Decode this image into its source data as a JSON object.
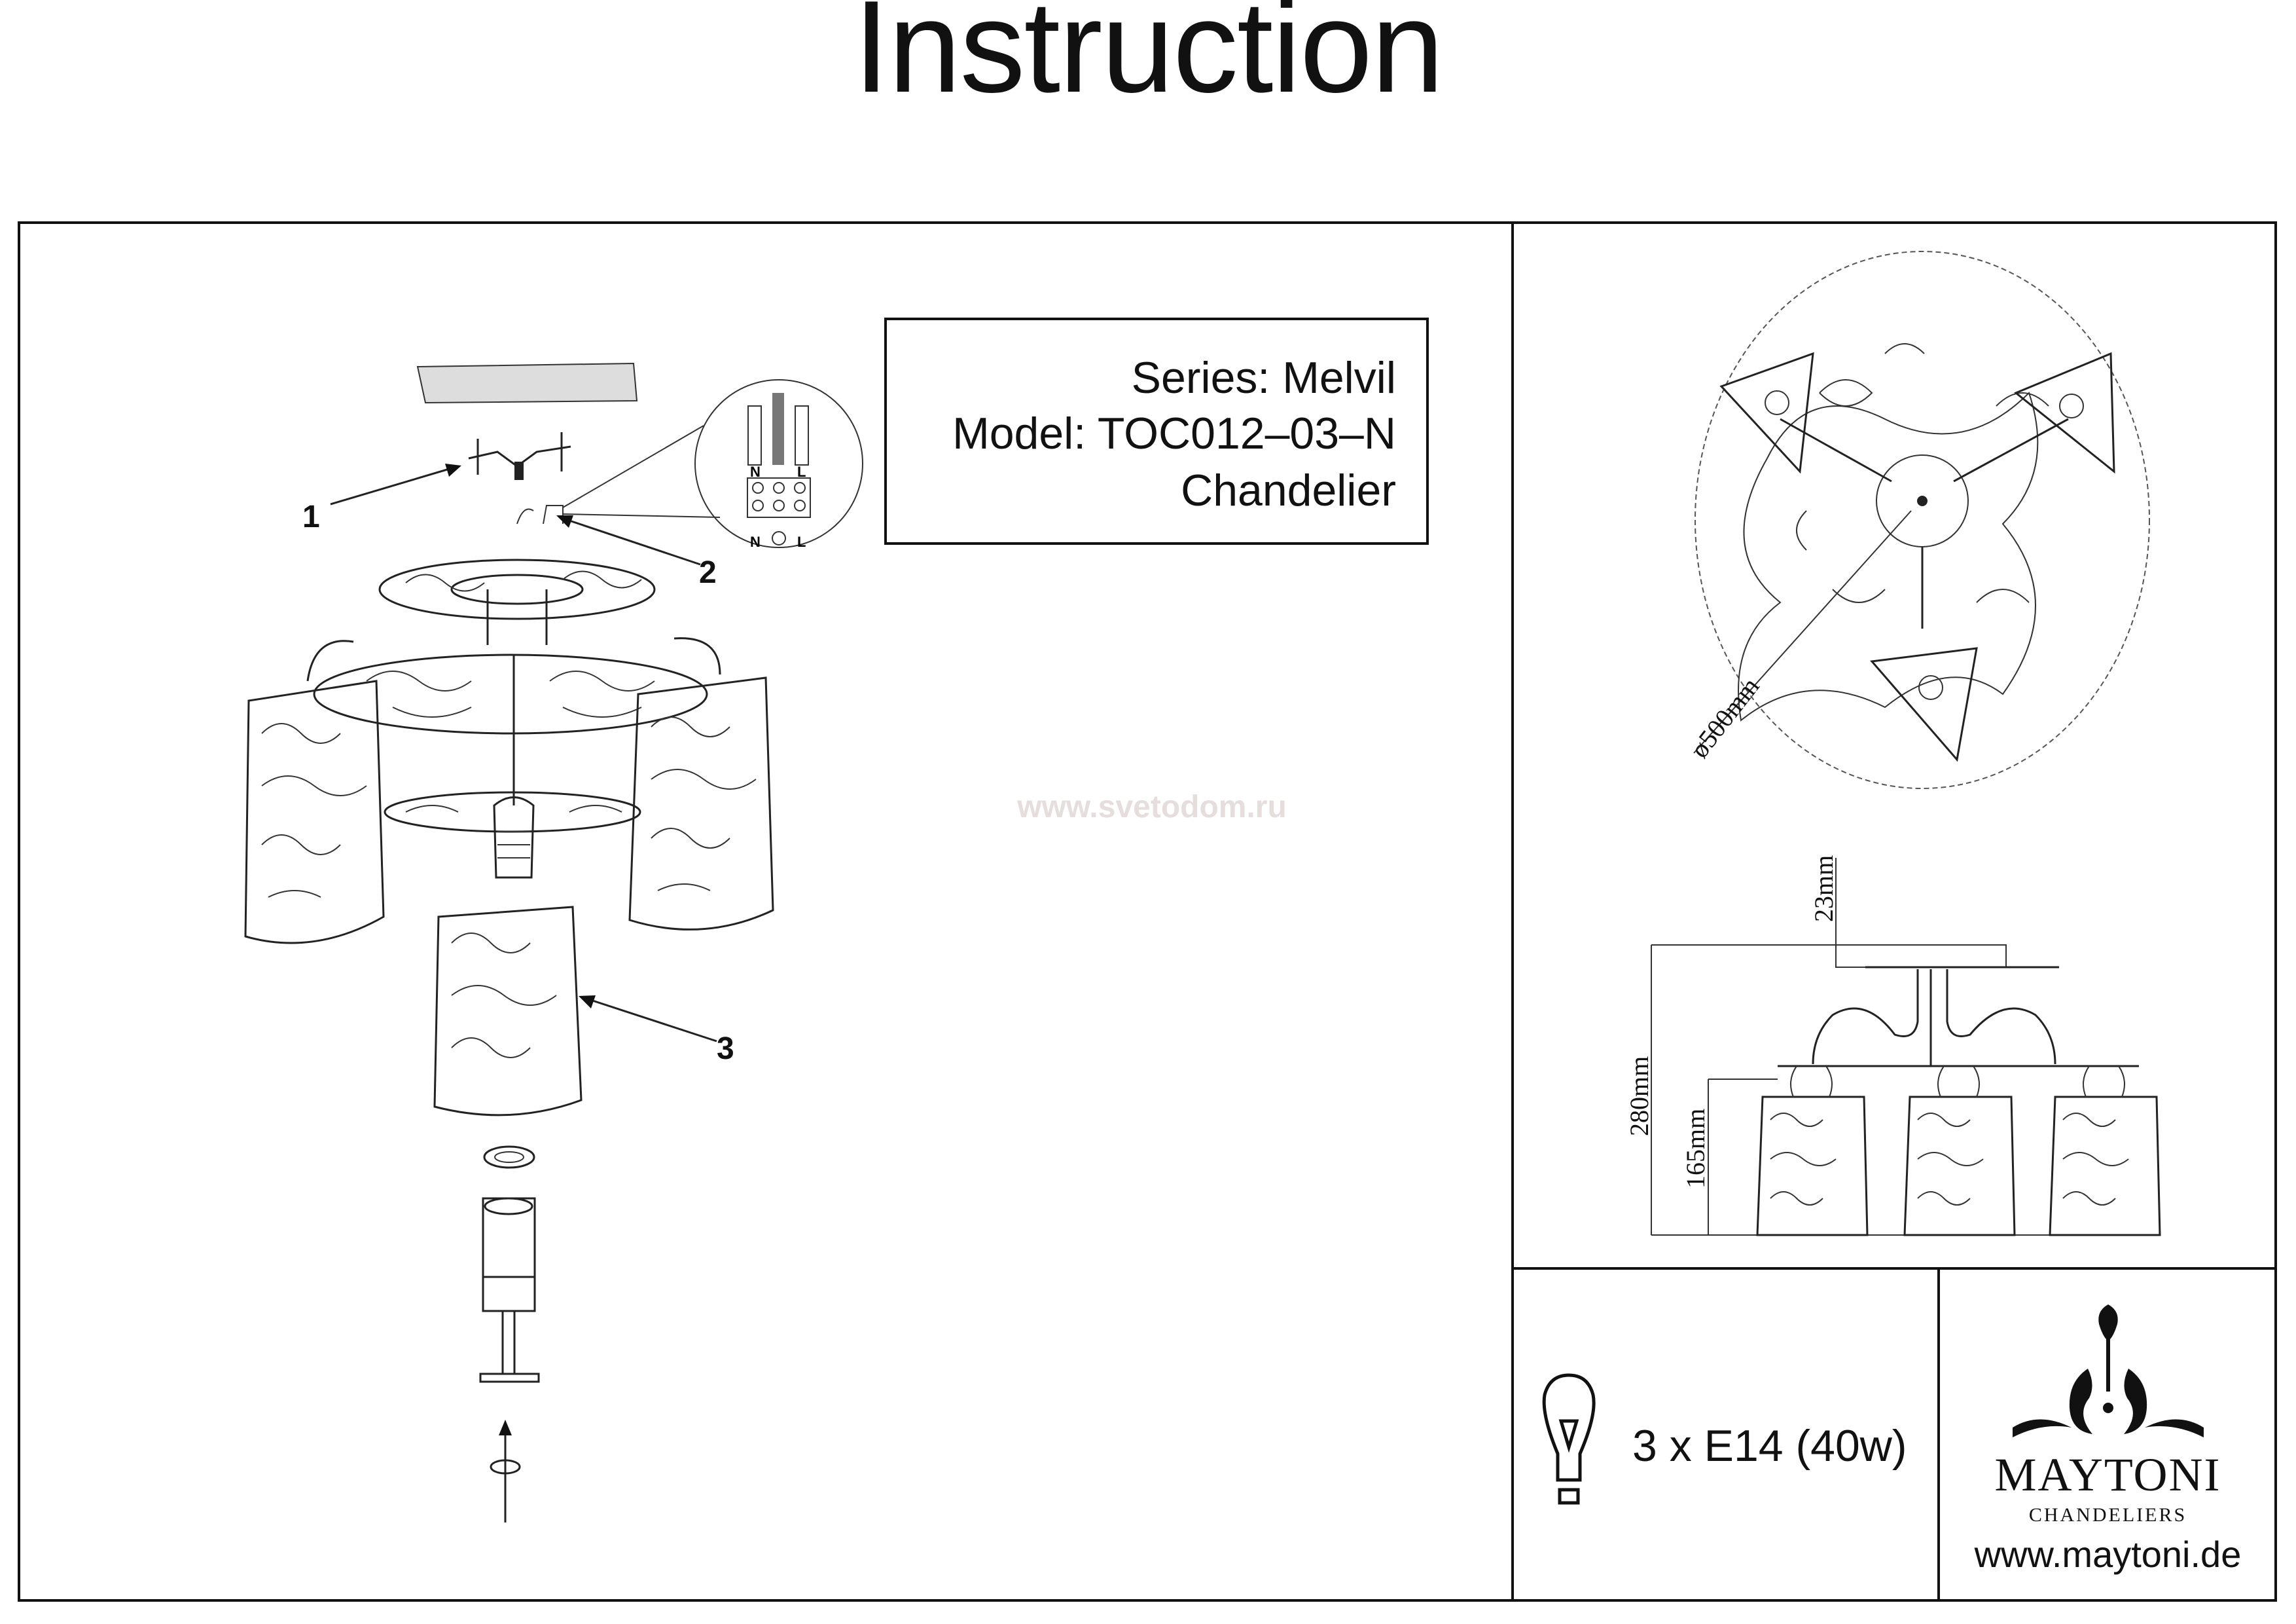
{
  "title": "Instruction",
  "info": {
    "series": "Series: Melvil",
    "model": "Model: TOC012–03–N",
    "type": "Chandelier"
  },
  "watermark": "www.svetodom.ru",
  "assembly": {
    "callouts": [
      "1",
      "2",
      "3"
    ],
    "wiring": {
      "neutral": "N",
      "live": "L"
    }
  },
  "dimensions": {
    "diameter": "ø500mm",
    "canopy_height": "23mm",
    "total_height": "280mm",
    "shade_height": "165mm"
  },
  "bulb": {
    "icon": "light-bulb-icon",
    "spec": "3 x E14 (40w)"
  },
  "brand": {
    "name": "MAYTONI",
    "subtitle": "CHANDELIERS",
    "url": "www.maytoni.de"
  }
}
